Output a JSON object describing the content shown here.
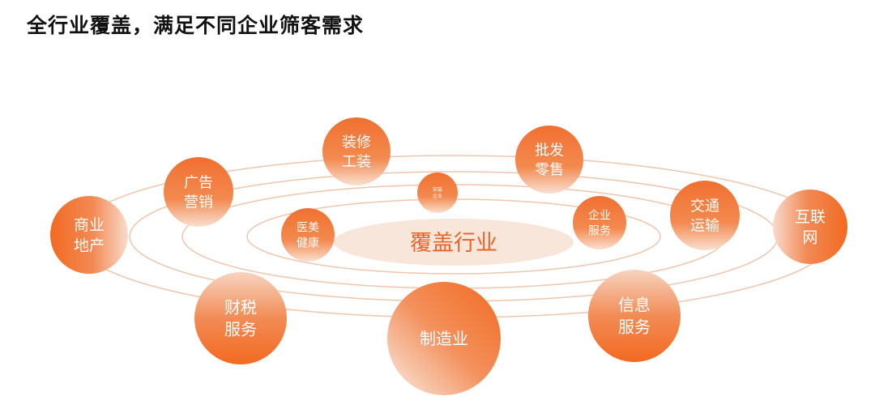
{
  "title": "全行业覆盖，满足不同企业筛客需求",
  "center_label": "覆盖行业",
  "colors": {
    "accent": "#f26a21",
    "light": "#f7dccb",
    "orbit": "#efc6ad",
    "center_fill": "#f9e6da",
    "center_text": "#e8652a"
  },
  "industries": [
    {
      "lines": [
        "商业",
        "地产"
      ]
    },
    {
      "lines": [
        "广告",
        "营销"
      ]
    },
    {
      "lines": [
        "装修",
        "工装"
      ]
    },
    {
      "lines": [
        "安装",
        "企业"
      ]
    },
    {
      "lines": [
        "医美",
        "健康"
      ]
    },
    {
      "lines": [
        "批发",
        "零售"
      ]
    },
    {
      "lines": [
        "企业",
        "服务"
      ]
    },
    {
      "lines": [
        "交通",
        "运输"
      ]
    },
    {
      "lines": [
        "互联",
        "网"
      ]
    },
    {
      "lines": [
        "财税",
        "服务"
      ]
    },
    {
      "lines": [
        "制造业"
      ]
    },
    {
      "lines": [
        "信息",
        "服务"
      ]
    }
  ]
}
